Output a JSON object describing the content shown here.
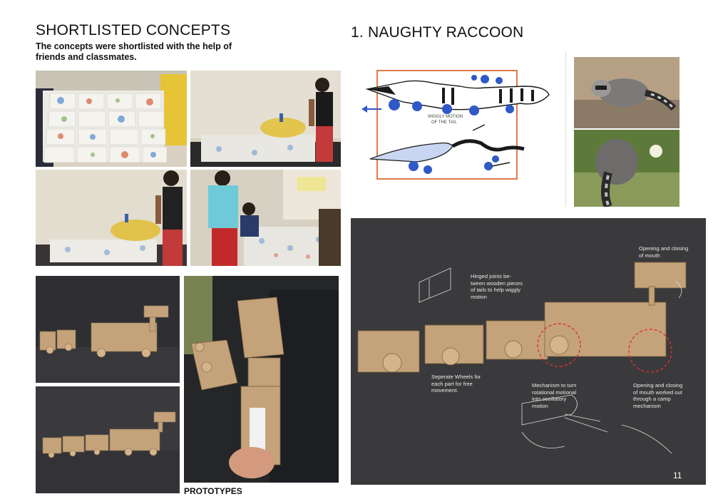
{
  "left": {
    "title": "SHORTLISTED CONCEPTS",
    "subtitle_line1": "The concepts were shortlisted with the help of",
    "subtitle_line2": "friends and classmates.",
    "prototypes_caption": "PROTOTYPES"
  },
  "right": {
    "title": "1. NAUGHTY RACCOON",
    "sketch_note_line1": "WIGGLY MOTION",
    "sketch_note_line2": "OF THE TAIL",
    "annotations": {
      "mouth_line1": "Opening and closing",
      "mouth_line2": "of mouth",
      "hinge_line1": "Hinged joints be-",
      "hinge_line2": "tween wooden pieces",
      "hinge_line3": "of tails to help wiggly",
      "hinge_line4": "motion",
      "wheels_line1": "Seperate Wheels for",
      "wheels_line2": "each part for free",
      "wheels_line3": "movement.",
      "mech_line1": "Mechanism to turn",
      "mech_line2": "rotational motional",
      "mech_line3": "into oscillatory",
      "mech_line4": "motion",
      "cam_line1": "Opening and closing",
      "cam_line2": "of mouth worked out",
      "cam_line3": "through a camp",
      "cam_line4": "mechanism"
    },
    "page_number": "11"
  },
  "colors": {
    "sketch_frame": "#e07a4a",
    "sketch_blue": "#2f58c8",
    "highlight_circle": "#e03030",
    "board_bg": "#3a3a3c",
    "cardboard": "#c4a37a"
  }
}
